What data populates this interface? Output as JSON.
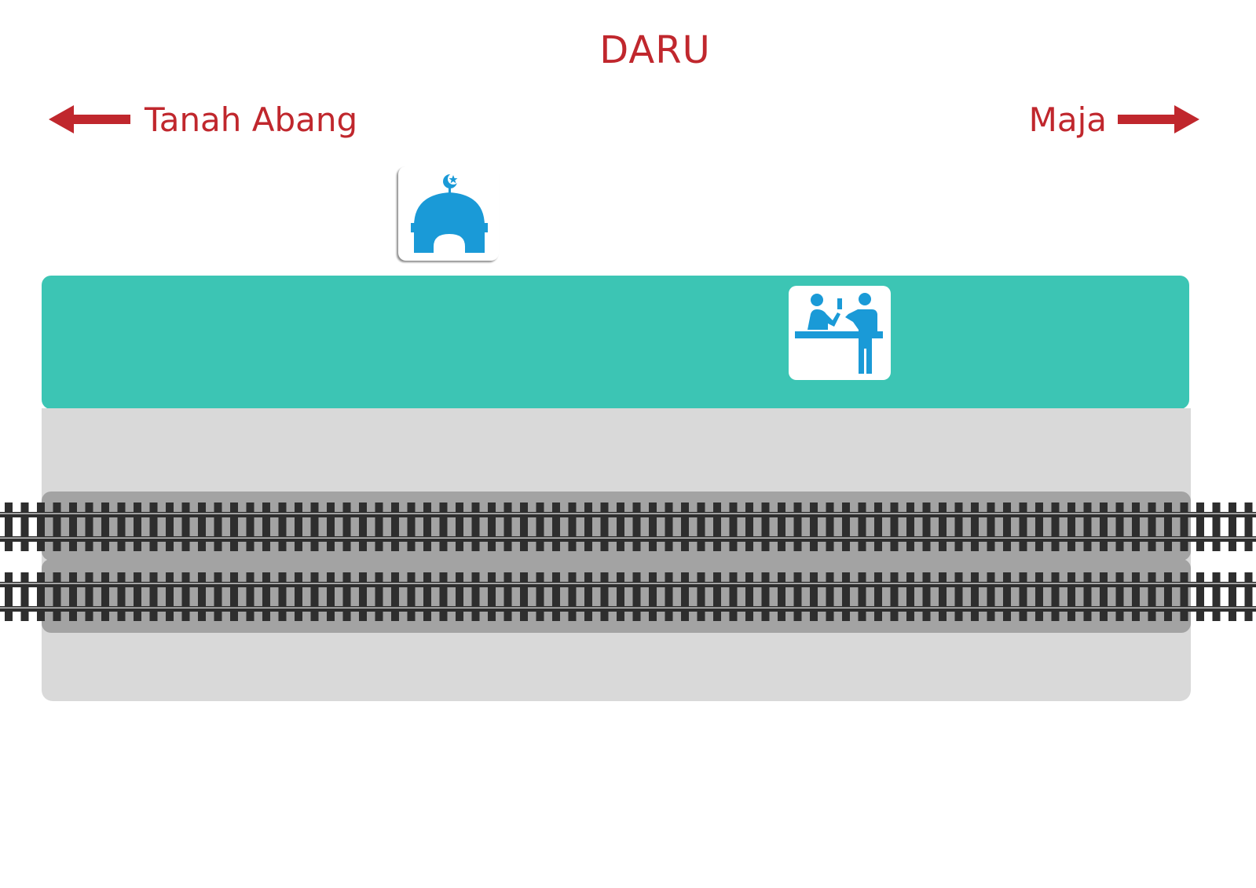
{
  "station": {
    "name": "DARU"
  },
  "directions": {
    "left": {
      "label": "Tanah Abang",
      "icon": "arrow-left-icon"
    },
    "right": {
      "label": "Maja",
      "icon": "arrow-right-icon"
    }
  },
  "facilities": [
    {
      "name": "mosque",
      "icon": "mosque-icon",
      "location": "above-platform"
    },
    {
      "name": "ticket-counter",
      "icon": "ticket-counter-icon",
      "location": "on-platform"
    }
  ],
  "tracks": {
    "count": 2
  },
  "colors": {
    "accent": "#c0272d",
    "platform": "#3cc5b4",
    "track_area": "#d9d9d9",
    "ballast": "#a3a3a3",
    "rail": "#2e2e2e",
    "icon_blue": "#1a9ad7"
  }
}
